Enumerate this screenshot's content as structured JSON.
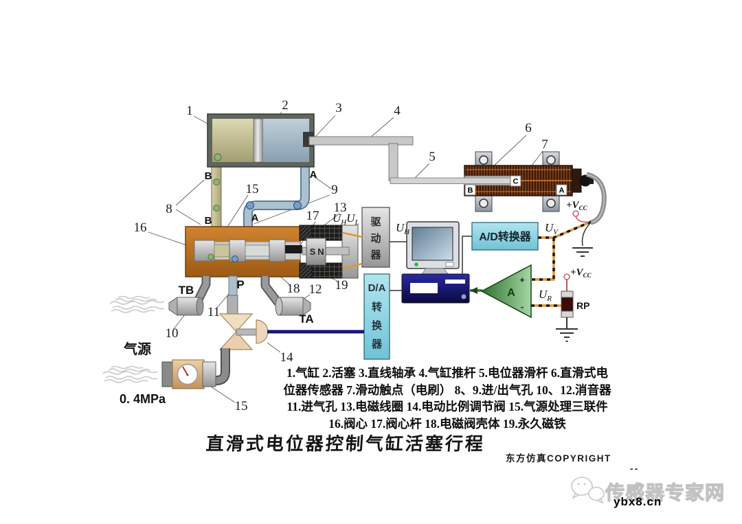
{
  "figure": {
    "title": "直滑式电位器控制气缸活塞行程",
    "copyright": "东方仿真COPYRIGHT",
    "air_source_label": "气源",
    "pressure_label": "0. 4MPa",
    "caption_lines": [
      "1.气缸 2.活塞 3.直线轴承 4.气缸推杆 5.电位器滑杆 6.直滑式电",
      "位器传感器 7.滑动触点（电刷） 8、9.进/出气孔 10、12.消音器",
      "11.进气孔 13.电磁线圈 14.电动比例调节阀 15.气源处理三联件",
      "16.阀心 17.阀心杆 18.电磁阀壳体 19.永久磁铁"
    ]
  },
  "callouts": {
    "c1": "1",
    "c2": "2",
    "c3": "3",
    "c4": "4",
    "c5": "5",
    "c6": "6",
    "c7": "7",
    "c8": "8",
    "c9": "9",
    "c10": "10",
    "c11": "11",
    "c12": "12",
    "c13": "13",
    "c14": "14",
    "c15": "15",
    "c16": "16",
    "c17": "17",
    "c18": "18",
    "c19": "19"
  },
  "ports": {
    "b_upper": "B",
    "b_lower": "B",
    "a_upper": "A",
    "a_lower": "A",
    "p": "P",
    "tb": "TB",
    "ta": "TA"
  },
  "potentiometer": {
    "terminal_b": "B",
    "terminal_c": "C",
    "terminal_a": "A"
  },
  "magnet": {
    "s": "S",
    "n": "N"
  },
  "boxes": {
    "driver_chars": [
      "驱",
      "动",
      "器"
    ],
    "adc_label": "A/D转换器",
    "dac_chars": [
      "D/A",
      "转",
      "换",
      "器"
    ],
    "amp_letter": "A",
    "amp_plus": "+",
    "amp_minus": "-"
  },
  "signals": {
    "u": "U",
    "sub_h": "H",
    "sub_l": "L",
    "sub_v": "V",
    "sub_r": "R",
    "vcc_prefix": "+V",
    "vcc_sub": "CC",
    "rp_label": "RP"
  },
  "watermark": {
    "dashes": "--",
    "site_name": "传感器专家网",
    "site_url": "ybx8.cn"
  },
  "colors": {
    "valve_block": "#c07427",
    "cylinder_left_chamber": "#c9c49c",
    "cylinder_right_chamber": "#a2b8c6",
    "converter_box": "#8ed2e0",
    "driver_box": "#c3c3c3",
    "computer_case": "#14146a",
    "amplifier_green": "#57a057",
    "signal_wire_orange": "#e0952f",
    "control_line_navy": "#16157d",
    "pot_winding_brown": "#6e3514",
    "vcc_pink": "#e06a8a",
    "air_unit_tan": "#d8ab79"
  }
}
